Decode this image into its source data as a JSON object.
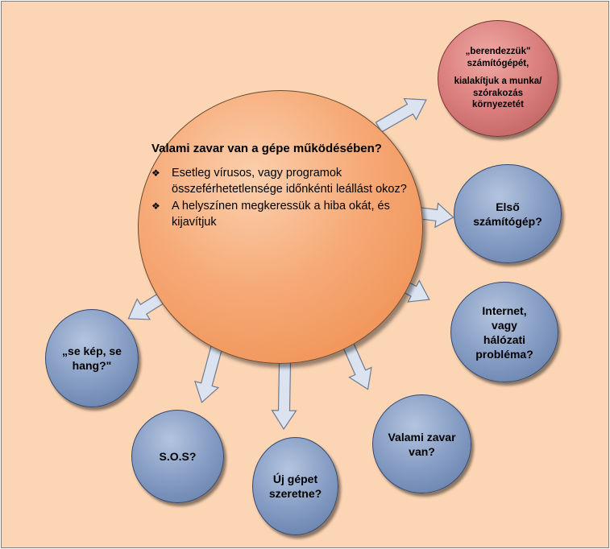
{
  "center": {
    "title": "Valami zavar van a gépe működésében?",
    "bullet_glyph": "❖",
    "bullets": [
      "Esetleg vírusos, vagy programok összeférhetetlensége időnkénti leállást okoz?",
      "A helyszínen megkeressük a hiba okát, és kijavítjuk"
    ]
  },
  "bubbles": {
    "berendezzuk": {
      "line1": "„berendezzük\"",
      "line2": "számítógépét,",
      "line3": "kialakítjuk a munka/",
      "line4": "szórakozás",
      "line5": "környezetét"
    },
    "elso": {
      "line1": "Első",
      "line2": "számítógép?"
    },
    "internet": {
      "line1": "Internet,",
      "line2": "vagy",
      "line3": "hálózati",
      "line4": "probléma?"
    },
    "valami": {
      "line1": "Valami zavar",
      "line2": "van?"
    },
    "uj": {
      "line1": "Új gépet",
      "line2": "szeretne?"
    },
    "sos": {
      "line1": "S.O.S?"
    },
    "sekep": {
      "line1": "„se kép, se",
      "line2": "hang?\""
    }
  },
  "colors": {
    "background": "#fcd5b5",
    "center_fill": "#f6a976",
    "bubble_blue": "#8aa0c6",
    "bubble_red": "#d97e7d",
    "arrow_fill": "#dbe3f0"
  }
}
